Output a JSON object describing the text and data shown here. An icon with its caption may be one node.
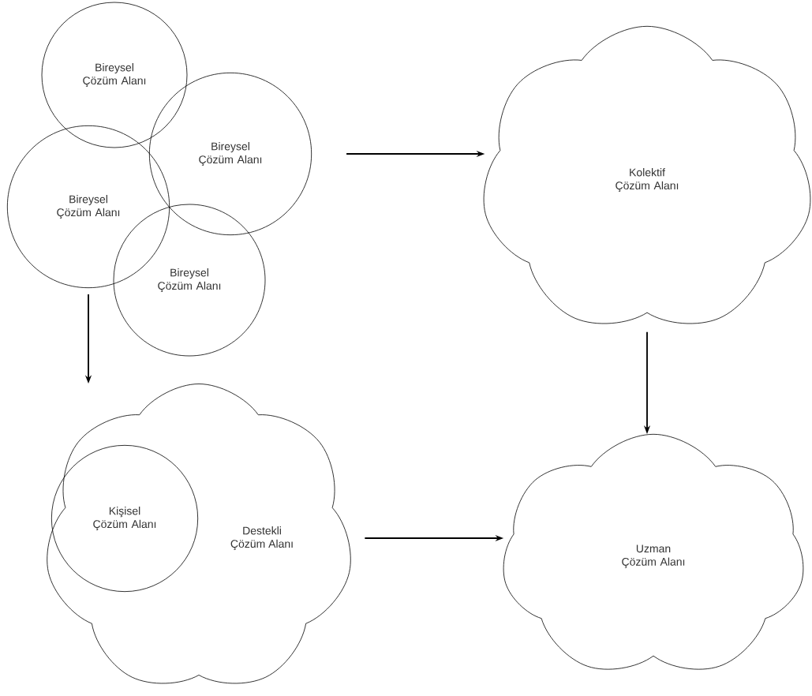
{
  "diagram": {
    "nodes": [
      {
        "text": [
          "Bireysel Çözüm Alanı"
        ]
      },
      {
        "text": [
          "Bireysel Çözüm Alanı"
        ]
      },
      {
        "text": [
          "Bireysel Çözüm Alanı"
        ]
      },
      {
        "text": [
          "Bireysel Çözüm Alanı"
        ]
      },
      {
        "text": [
          "Kolektif Çözüm Alanı"
        ]
      },
      {
        "text": [
          "Destekli Çözüm Alanı"
        ]
      },
      {
        "text": [
          "Kişisel Çözüm Alanı"
        ],
        "in": 5
      },
      {
        "text": [
          "Uzman Çözüm Alanı"
        ]
      }
    ],
    "edges": [
      {
        "from": 1,
        "to": 4,
        "arrow": "to"
      },
      {
        "from": 2,
        "to": 5,
        "arrow": "to"
      },
      {
        "from": 4,
        "to": 7,
        "arrow": "to"
      },
      {
        "from": 5,
        "to": 7,
        "arrow": "to"
      }
    ]
  }
}
